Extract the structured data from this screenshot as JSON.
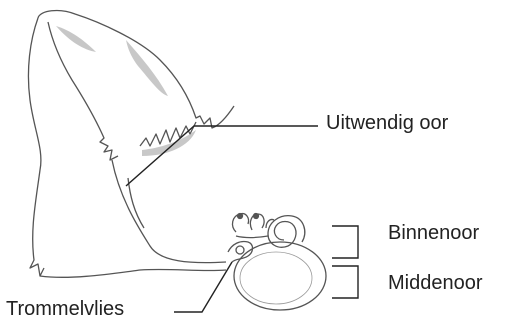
{
  "labels": {
    "outer_ear": "Uitwendig oor",
    "inner_ear": "Binnenoor",
    "middle_ear": "Middenoor",
    "eardrum": "Trommelvlies"
  },
  "colors": {
    "ink": "#222222",
    "sketch": "#555555",
    "shading": "#9a9a9a"
  }
}
